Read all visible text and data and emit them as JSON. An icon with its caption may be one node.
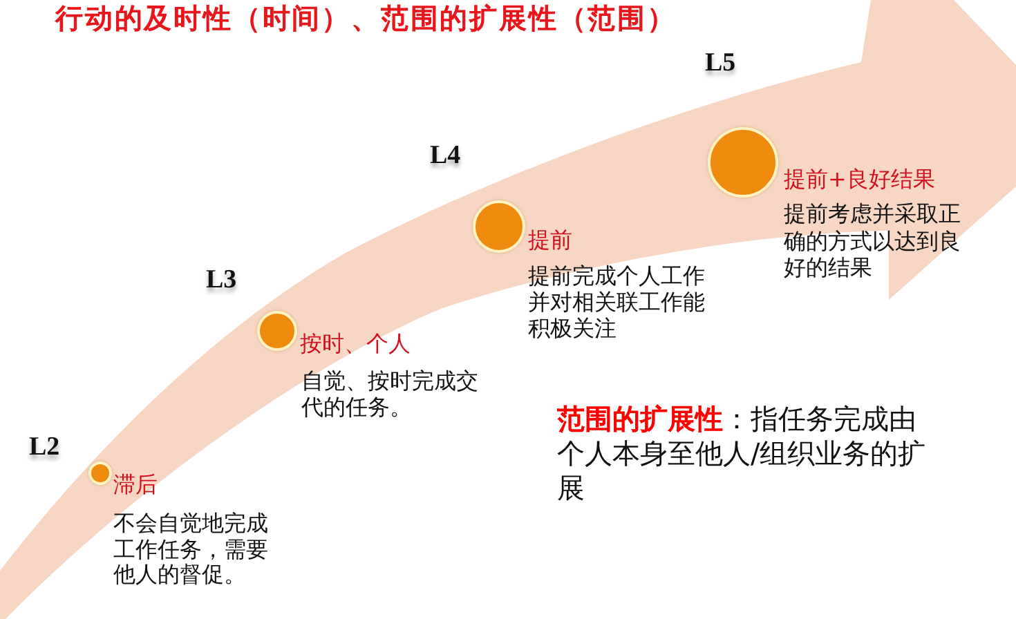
{
  "diagram": {
    "title": "行动的及时性（时间）、范围的扩展性（范围）",
    "nodes": [
      {
        "text": [],
        "shape": "circle",
        "beside": [
          "L2",
          "滞后",
          "不会自觉地完成工作任务，需要他人的督促。"
        ]
      },
      {
        "text": [],
        "shape": "circle",
        "beside": [
          "L3",
          "按时、个人",
          "自觉、按时完成交代的任务。"
        ]
      },
      {
        "text": [],
        "shape": "circle",
        "beside": [
          "L4",
          "提前",
          "提前完成个人工作并对相关联工作能积极关注"
        ]
      },
      {
        "text": [],
        "shape": "circle",
        "beside": [
          "L5",
          "提前+良好结果",
          "提前考虑并采取正确的方式以达到良好的结果"
        ]
      }
    ],
    "labels": [
      "**范围的扩展性**：指任务完成由个人本身至他人/组织业务的扩展"
    ]
  }
}
